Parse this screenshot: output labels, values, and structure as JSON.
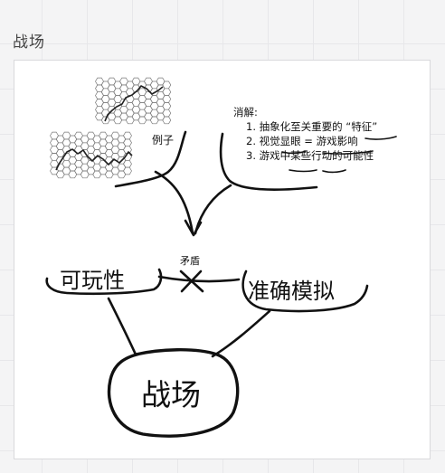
{
  "frame": {
    "title": "战场"
  },
  "diagram": {
    "example_label": "例子",
    "solution": {
      "heading": "消解:",
      "items": [
        "1. 抽象化至关重要的 “特征”",
        "2. 视觉显眼 = 游戏影响",
        "3. 游戏中某些行动的可能性"
      ]
    },
    "conflict_label": "矛盾",
    "playability": "可玩性",
    "accurate_simulation": "准确模拟",
    "battlefield": "战场"
  }
}
